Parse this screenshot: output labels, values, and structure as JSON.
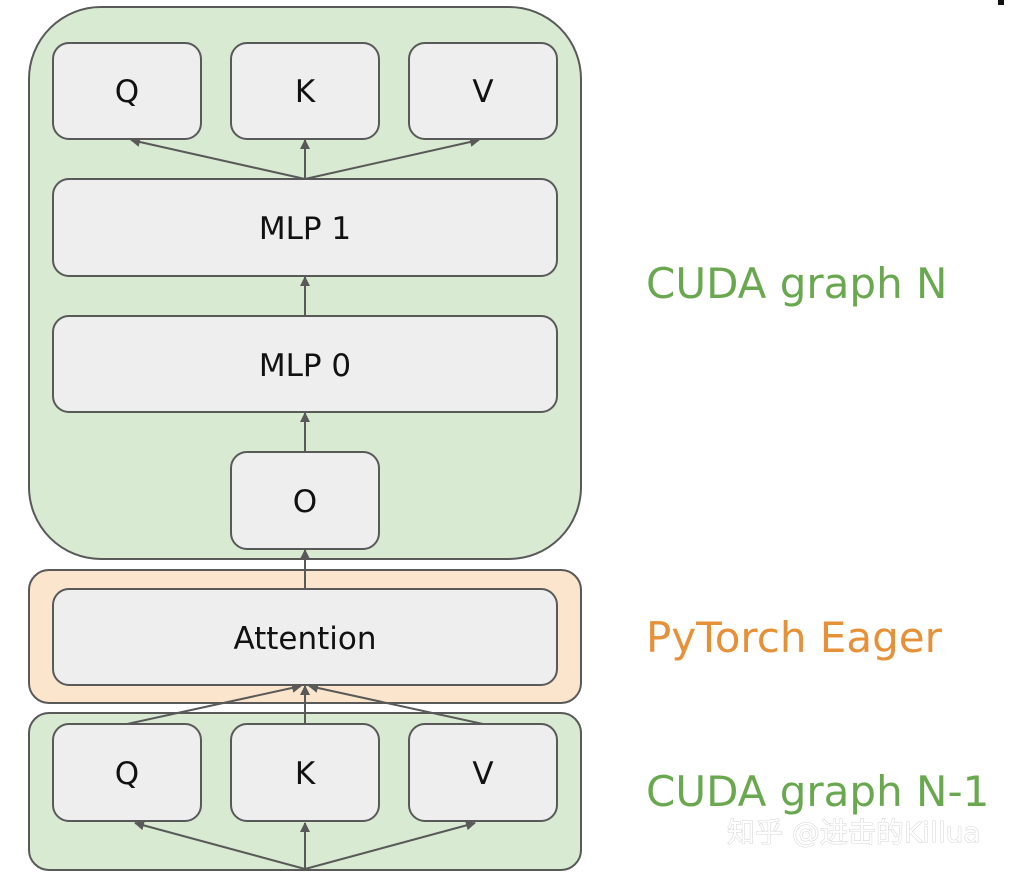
{
  "colors": {
    "cuda_fill": "#d9ead3",
    "eager_fill": "#fce5cd",
    "box_fill": "#eeeeee",
    "stroke": "#595959",
    "cuda_label": "#6aa84f",
    "eager_label": "#e69138"
  },
  "groups": {
    "cuda_graph_n": {
      "label": "CUDA graph N",
      "nodes": {
        "q": "Q",
        "k": "K",
        "v": "V",
        "mlp1": "MLP 1",
        "mlp0": "MLP 0",
        "o": "O"
      }
    },
    "pytorch_eager": {
      "label": "PyTorch Eager",
      "nodes": {
        "attention": "Attention"
      }
    },
    "cuda_graph_n_minus_1": {
      "label": "CUDA graph N-1",
      "nodes": {
        "q": "Q",
        "k": "K",
        "v": "V"
      }
    }
  },
  "edges": [
    [
      "cuda_graph_n_minus_1.q",
      "pytorch_eager.attention"
    ],
    [
      "cuda_graph_n_minus_1.k",
      "pytorch_eager.attention"
    ],
    [
      "cuda_graph_n_minus_1.v",
      "pytorch_eager.attention"
    ],
    [
      "pytorch_eager.attention",
      "cuda_graph_n.o"
    ],
    [
      "cuda_graph_n.o",
      "cuda_graph_n.mlp0"
    ],
    [
      "cuda_graph_n.mlp0",
      "cuda_graph_n.mlp1"
    ],
    [
      "cuda_graph_n.mlp1",
      "cuda_graph_n.q"
    ],
    [
      "cuda_graph_n.mlp1",
      "cuda_graph_n.k"
    ],
    [
      "cuda_graph_n.mlp1",
      "cuda_graph_n.v"
    ]
  ],
  "watermark": "知乎 @进击的Killua"
}
